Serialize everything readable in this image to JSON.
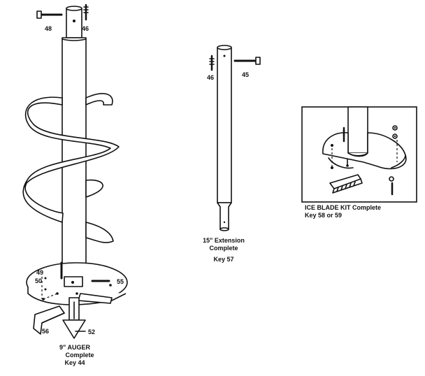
{
  "labels": {
    "auger_top_bolt": "48",
    "auger_top_pin": "46",
    "ext_pin": "46",
    "ext_bolt": "45",
    "blade_pin_49": "49",
    "blade_pin_50": "50",
    "blade_bolt_55": "55",
    "blade_part_56": "56",
    "point_52": "52"
  },
  "captions": {
    "auger_line1": "9\" AUGER",
    "auger_line2": "Complete",
    "auger_line3": "Key 44",
    "ext_line1": "15\" Extension",
    "ext_line2": "Complete",
    "ext_line3": "Key 57",
    "kit_line1": "ICE BLADE KIT Complete",
    "kit_line2": "Key 58 or 59"
  }
}
